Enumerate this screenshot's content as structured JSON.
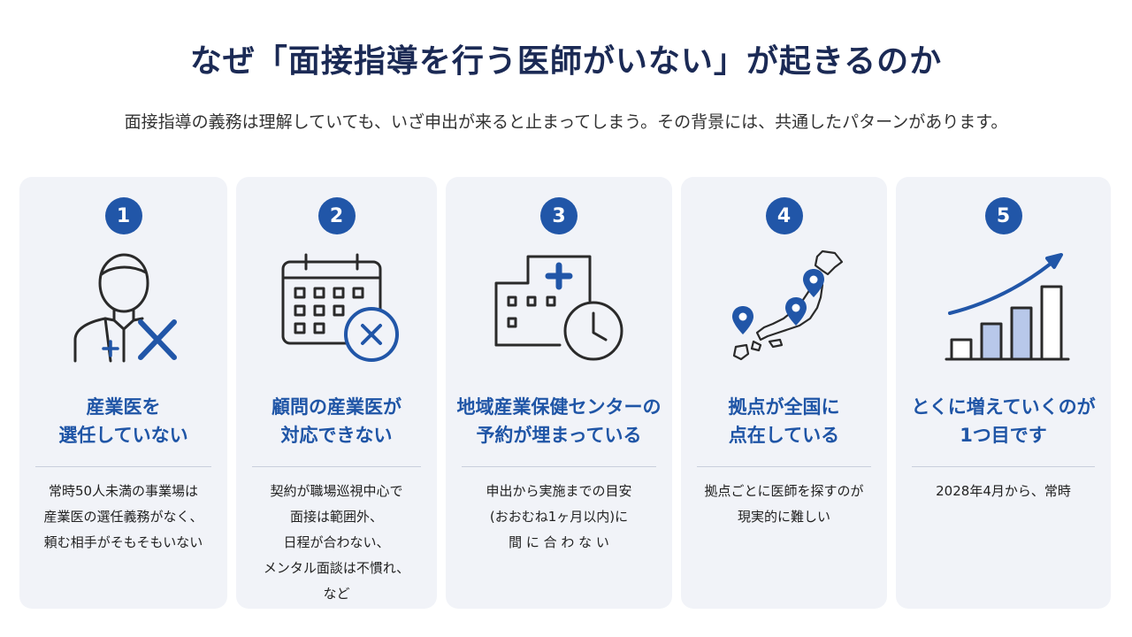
{
  "title": "なぜ「面接指導を行う医師がいない」が起きるのか",
  "subtitle": "面接指導の義務は理解していても、いざ申出が来ると止まってしまう。その背景には、共通したパターンがあります。",
  "cards": [
    {
      "number": "1",
      "heading": [
        "産業医を",
        "選任していない"
      ],
      "desc": [
        "常時50人未満の事業場は",
        "産業医の選任義務がなく、",
        "頼む相手がそもそもいない"
      ]
    },
    {
      "number": "2",
      "heading": [
        "顧問の産業医が",
        "対応できない"
      ],
      "desc": [
        "契約が職場巡視中心で",
        "面接は範囲外、",
        "日程が合わない、",
        "メンタル面談は不慣れ、",
        "など"
      ]
    },
    {
      "number": "3",
      "heading": [
        "地域産業保健センターの",
        "予約が埋まっている"
      ],
      "desc": [
        "申出から実施までの目安",
        "(おおむね1ヶ月以内)に",
        "間 に 合 わ な い"
      ]
    },
    {
      "number": "4",
      "heading": [
        "拠点が全国に",
        "点在している"
      ],
      "desc": [
        "拠点ごとに医師を探すのが",
        "現実的に難しい"
      ]
    },
    {
      "number": "5",
      "heading": [
        "とくに増えていくのが",
        "1つ目です"
      ],
      "desc": [
        "2028年4月から、常時"
      ]
    }
  ],
  "colors": {
    "accent": "#2156a8",
    "title": "#1b2a55",
    "card_bg": "#f1f3f8"
  }
}
